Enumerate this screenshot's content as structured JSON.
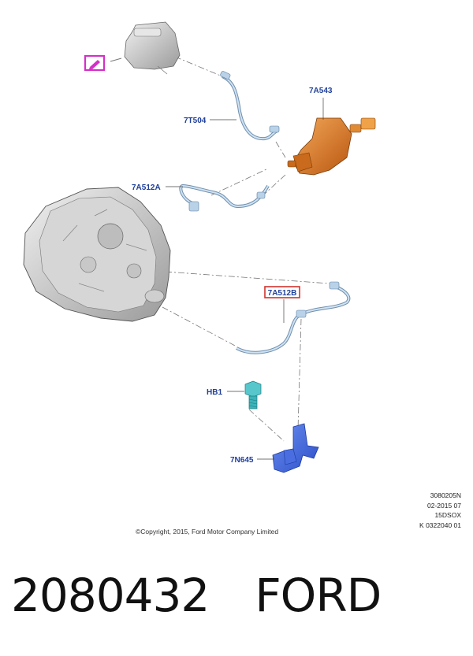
{
  "callouts": {
    "reservoir": "",
    "slave_cylinder": "7A543",
    "reservoir_hose": "7T504",
    "pressure_line_a": "7A512A",
    "pressure_line_b": "7A512B",
    "bolt": "HB1",
    "bracket": "7N645"
  },
  "reference_block": [
    "3080205N",
    "02-2015 07",
    "15DSOX",
    "K 0322040 01"
  ],
  "copyright": "©Copyright, 2015, Ford Motor Company Limited",
  "part_number": "2080432",
  "brand": "FORD",
  "colors": {
    "label_blue": "#1f3f9a",
    "highlight_magenta": "#d62fc8",
    "highlight_red": "#d2322d",
    "slave_cylinder_orange": "#e07a22",
    "bracket_blue": "#3d63d6",
    "bolt_teal": "#3bb3b8",
    "hose_blue": "#9fc0dc"
  },
  "icons": [
    "pencil-edit-icon"
  ]
}
